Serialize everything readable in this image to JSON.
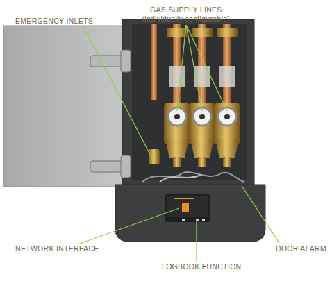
{
  "diagram": {
    "labels": [
      "EMERGENCY INLETS",
      "GAS SUPPLY LINES",
      "(individually configurable)",
      "NETWORK INTERFACE",
      "LOGBOOK FUNCTION",
      "DOOR ALARM"
    ]
  }
}
